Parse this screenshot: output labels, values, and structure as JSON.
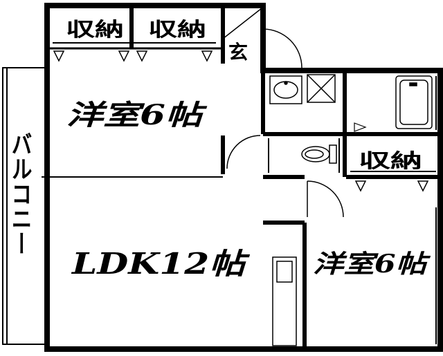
{
  "rooms": {
    "storage_top_left": "収納",
    "storage_top_mid": "収納",
    "entrance": "玄",
    "western_room_top": "洋室6帖",
    "balcony": "バルコニー",
    "ldk": "LDK12帖",
    "storage_right": "収納",
    "western_room_bottom": "洋室6帖"
  },
  "colors": {
    "wall": "#000000",
    "background": "#ffffff"
  }
}
